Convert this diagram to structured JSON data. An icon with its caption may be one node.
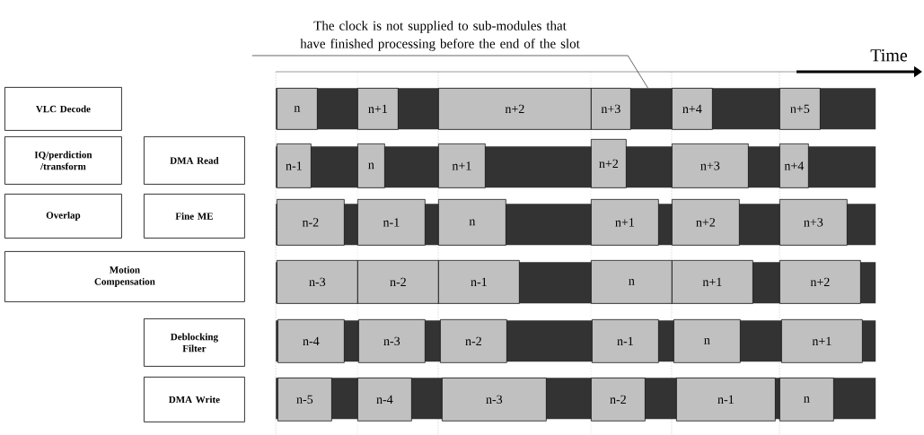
{
  "diagram": {
    "nodes": [
      {
        "text": [
          "The clock is not supplied to sub-modules that have finished processing before the end of the slot"
        ]
      },
      {
        "text": [
          "VLC Decode"
        ]
      },
      {
        "text": [],
        "shape": "bar"
      },
      {
        "text": [
          "n"
        ],
        "in": 2
      },
      {
        "text": [
          "n+1"
        ],
        "in": 2
      },
      {
        "text": [
          "n+2"
        ],
        "in": 2
      },
      {
        "text": [
          "n+3"
        ],
        "in": 2
      },
      {
        "text": [
          "n+4"
        ],
        "in": 2
      },
      {
        "text": [
          "n+5"
        ],
        "in": 2
      },
      {
        "text": [
          "IQ/perdiction /transform"
        ]
      },
      {
        "text": [
          "DMA Read"
        ]
      },
      {
        "text": [],
        "shape": "bar"
      },
      {
        "text": [
          "n-1"
        ],
        "in": 11
      },
      {
        "text": [
          "n"
        ],
        "in": 11
      },
      {
        "text": [
          "n+1"
        ],
        "in": 11
      },
      {
        "text": [
          "n+2"
        ],
        "in": 11
      },
      {
        "text": [
          "n+3"
        ],
        "in": 11
      },
      {
        "text": [
          "n+4"
        ],
        "in": 11
      },
      {
        "text": [
          "Overlap"
        ]
      },
      {
        "text": [
          "Fine ME"
        ]
      },
      {
        "text": [],
        "shape": "bar"
      },
      {
        "text": [
          "n-2"
        ],
        "in": 20
      },
      {
        "text": [
          "n-1"
        ],
        "in": 20
      },
      {
        "text": [
          "n"
        ],
        "in": 20
      },
      {
        "text": [
          "n+1"
        ],
        "in": 20
      },
      {
        "text": [
          "n+2"
        ],
        "in": 20
      },
      {
        "text": [
          "n+3"
        ],
        "in": 20
      },
      {
        "text": [
          "Motion Compensation"
        ]
      },
      {
        "text": [],
        "shape": "bar"
      },
      {
        "text": [
          "n-3"
        ],
        "in": 28
      },
      {
        "text": [
          "n-2"
        ],
        "in": 28
      },
      {
        "text": [
          "n-1"
        ],
        "in": 28
      },
      {
        "text": [
          "n"
        ],
        "in": 28
      },
      {
        "text": [
          "n+1"
        ],
        "in": 28
      },
      {
        "text": [
          "n+2"
        ],
        "in": 28
      },
      {
        "text": [
          "Deblocking Filter"
        ]
      },
      {
        "text": [],
        "shape": "bar"
      },
      {
        "text": [
          "n-4"
        ],
        "in": 36
      },
      {
        "text": [
          "n-3"
        ],
        "in": 36
      },
      {
        "text": [
          "n-2"
        ],
        "in": 36
      },
      {
        "text": [
          "n-1"
        ],
        "in": 36
      },
      {
        "text": [
          "n"
        ],
        "in": 36
      },
      {
        "text": [
          "n+1"
        ],
        "in": 36
      },
      {
        "text": [
          "DMA Write"
        ]
      },
      {
        "text": [],
        "shape": "bar"
      },
      {
        "text": [
          "n-5"
        ],
        "in": 44
      },
      {
        "text": [
          "n-4"
        ],
        "in": 44
      },
      {
        "text": [
          "n-3"
        ],
        "in": 44
      },
      {
        "text": [
          "n-2"
        ],
        "in": 44
      },
      {
        "text": [
          "n-1"
        ],
        "in": 44
      },
      {
        "text": [
          "n"
        ],
        "in": 44
      }
    ],
    "edges": [
      {
        "from": 0,
        "to": 2,
        "arrow": "none"
      }
    ],
    "labels": [
      "Time"
    ]
  }
}
